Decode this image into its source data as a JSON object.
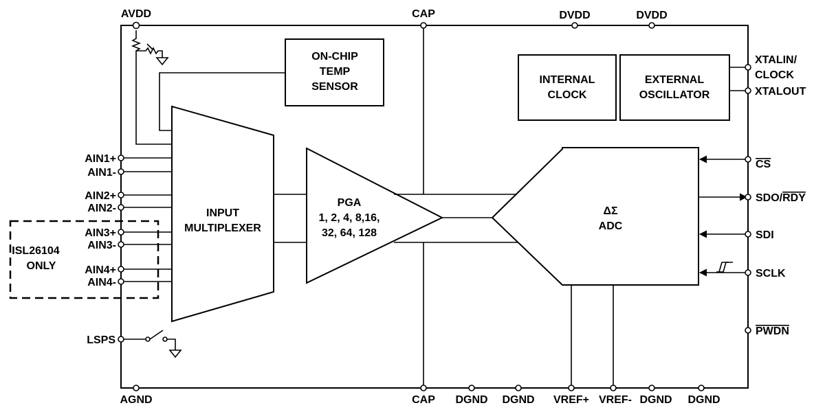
{
  "pins": {
    "avdd": "AVDD",
    "cap_top": "CAP",
    "dvdd_1": "DVDD",
    "dvdd_2": "DVDD",
    "xtalin_line1": "XTALIN/",
    "xtalin_line2": "CLOCK",
    "xtalout": "XTALOUT",
    "cs": "CS",
    "sdo": "SDO/",
    "rdy": "RDY",
    "sdi": "SDI",
    "sclk": "SCLK",
    "pwdn": "PWDN",
    "ain1p": "AIN1+",
    "ain1n": "AIN1-",
    "ain2p": "AIN2+",
    "ain2n": "AIN2-",
    "ain3p": "AIN3+",
    "ain3n": "AIN3-",
    "ain4p": "AIN4+",
    "ain4n": "AIN4-",
    "lsps": "LSPS",
    "agnd": "AGND",
    "cap_bottom": "CAP",
    "dgnd_1": "DGND",
    "dgnd_2": "DGND",
    "vref_p": "VREF+",
    "vref_n": "VREF-",
    "dgnd_3": "DGND",
    "dgnd_4": "DGND"
  },
  "blocks": {
    "temp_sensor": [
      "ON-CHIP",
      "TEMP",
      "SENSOR"
    ],
    "internal_clock": [
      "INTERNAL",
      "CLOCK"
    ],
    "external_oscillator": [
      "EXTERNAL",
      "OSCILLATOR"
    ],
    "mux": [
      "INPUT",
      "MULTIPLEXER"
    ],
    "pga": [
      "PGA",
      "1, 2, 4, 8,16,",
      "32, 64, 128"
    ],
    "adc": [
      "ΔΣ",
      "ADC"
    ],
    "isl_only": [
      "ISL26104",
      "ONLY"
    ]
  }
}
